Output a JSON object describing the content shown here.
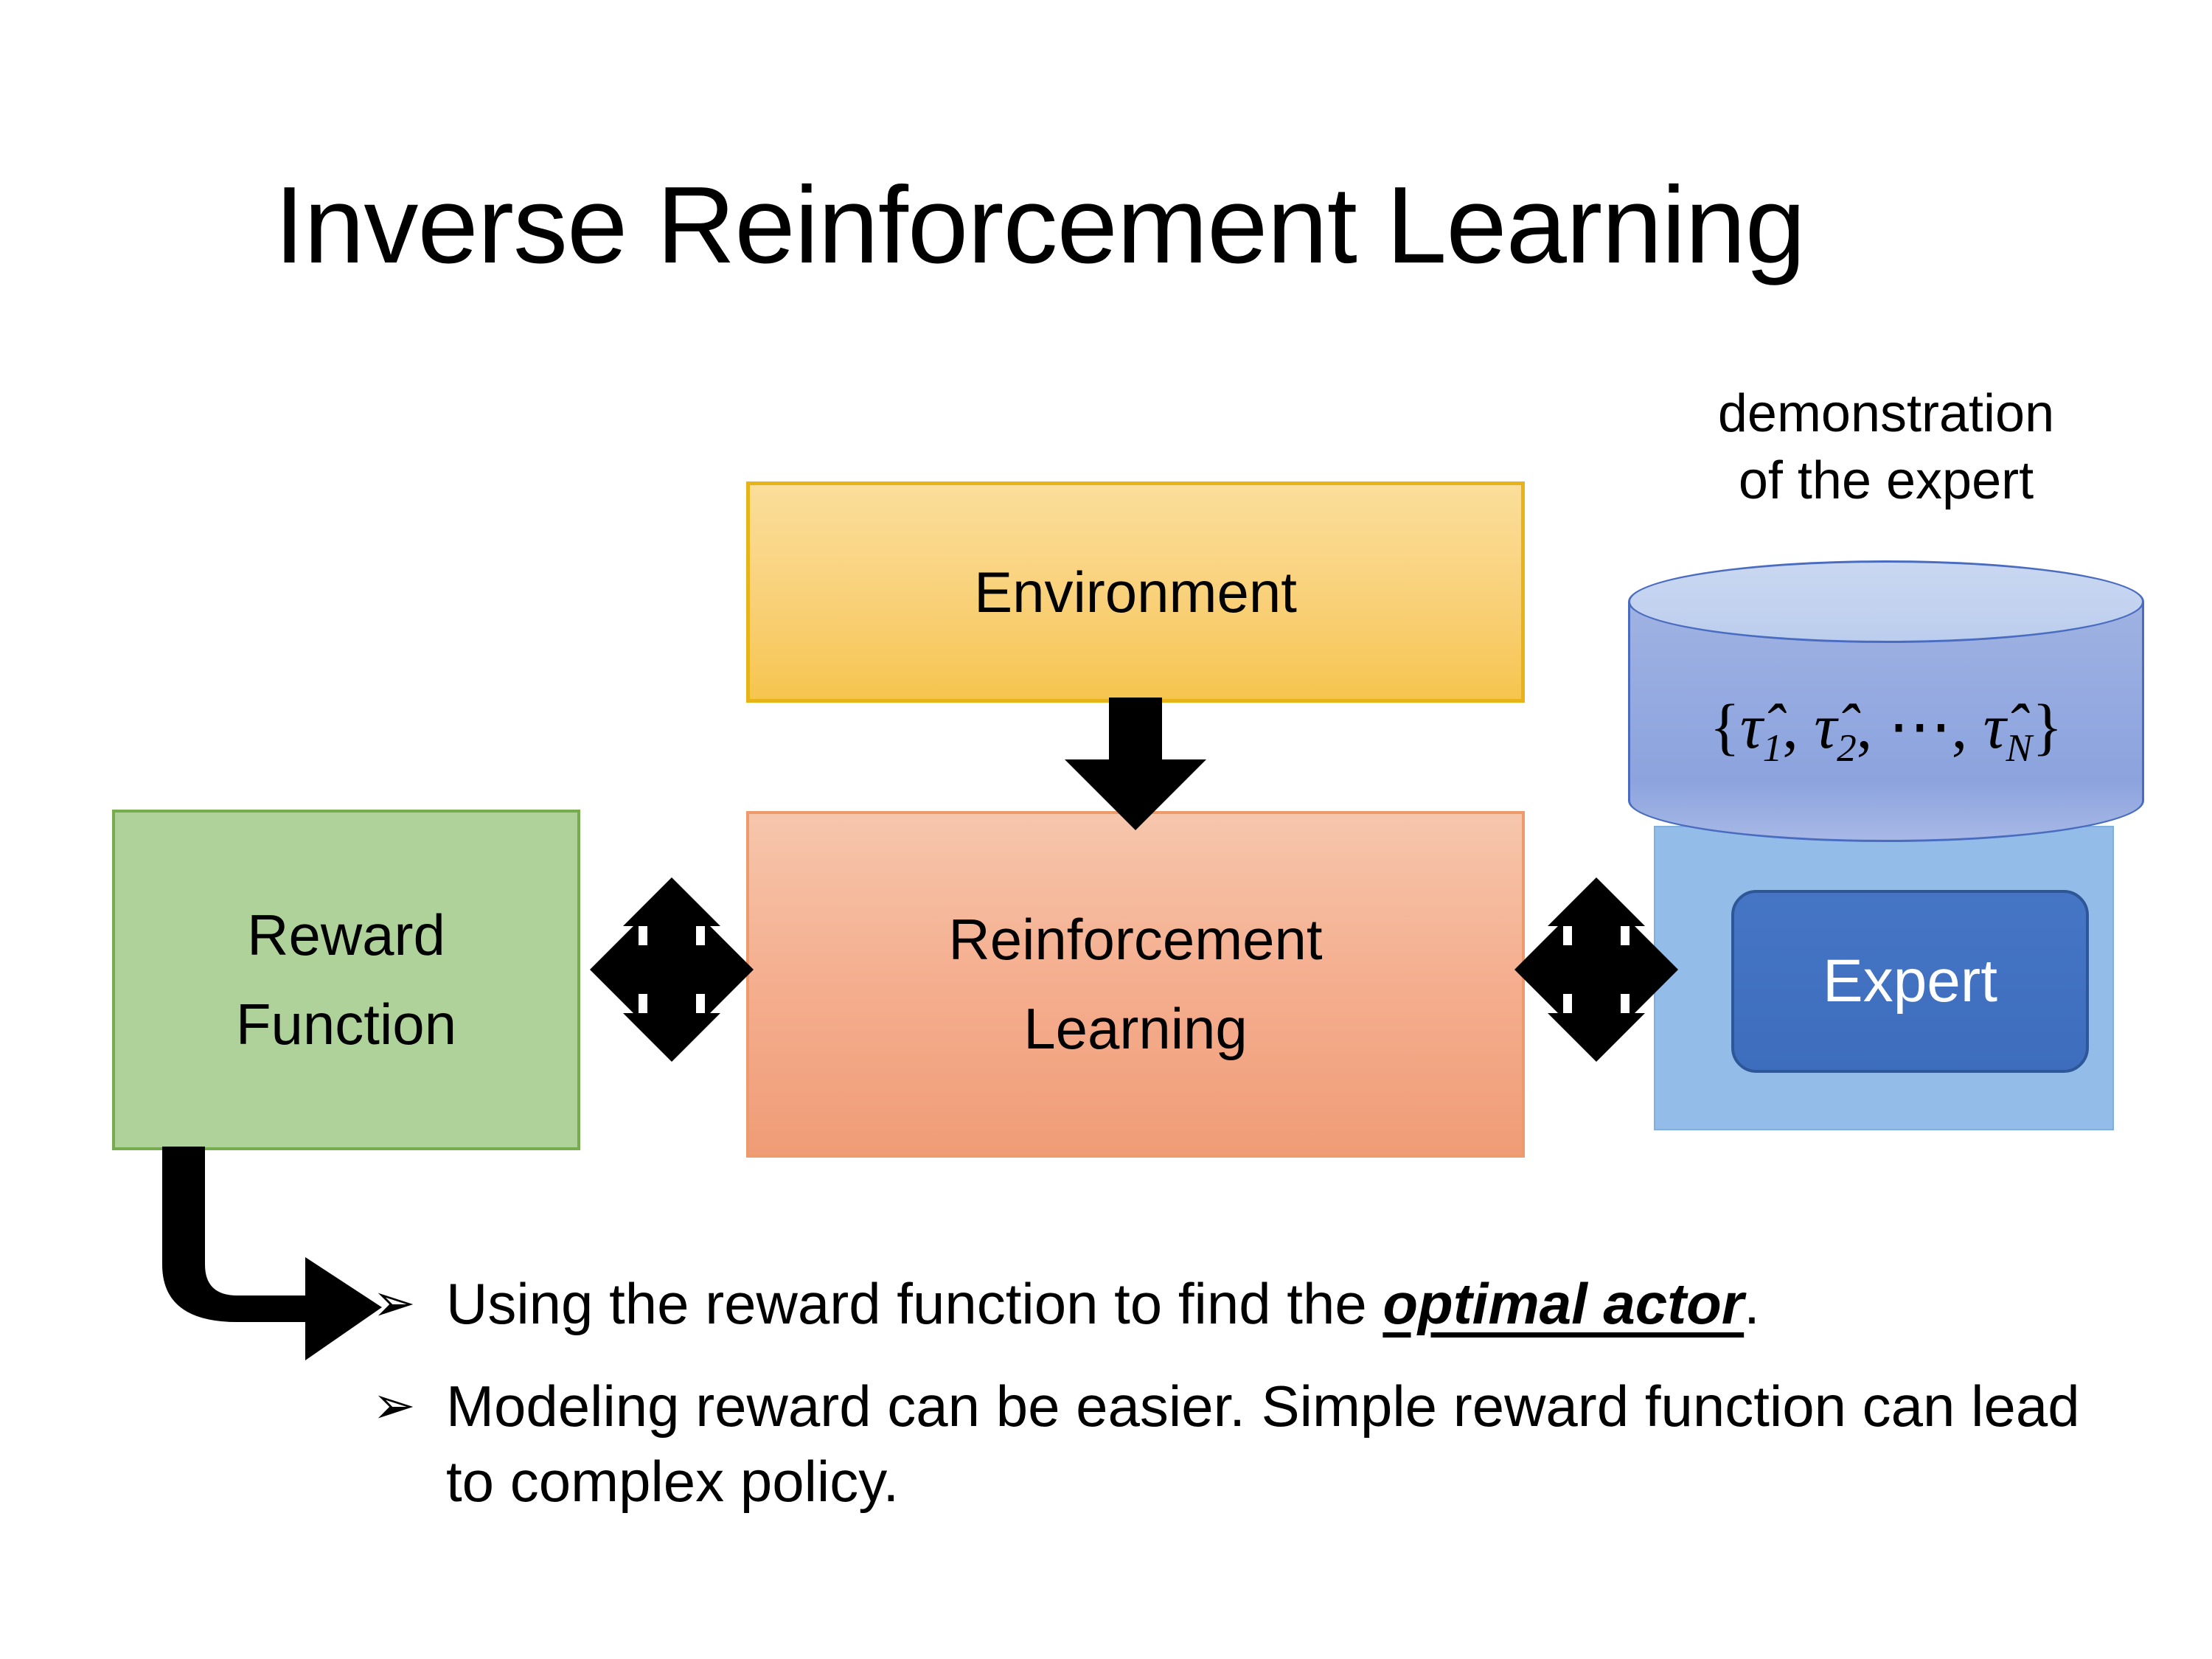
{
  "slide": {
    "title": "Inverse Reinforcement Learning",
    "background_color": "#FFFFFF"
  },
  "diagram": {
    "environment_box": {
      "label": "Environment",
      "fill_color": "#F9D078",
      "border_color": "#E6B419"
    },
    "reinforcement_learning_box": {
      "label_line1": "Reinforcement",
      "label_line2": "Learning",
      "fill_color": "#F5B091",
      "border_color": "#ED9B6C"
    },
    "reward_function_box": {
      "label_line1": "Reward",
      "label_line2": "Function",
      "fill_color": "#AFD29A",
      "border_color": "#76AC4E"
    },
    "expert_group": {
      "caption_line1": "demonstration",
      "caption_line2": "of the expert",
      "cylinder_label_open": "{",
      "cylinder_label_items": [
        "τ̂1",
        "τ̂2",
        "⋯",
        "τ̂N"
      ],
      "cylinder_label_full": "{τ̂₁, τ̂₂, ⋯, τ̂ₙ}",
      "cylinder_fill_color": "#95AAE0",
      "cylinder_top_color": "#C2D2EF",
      "cylinder_border_color": "#4A6CC0",
      "plate_fill_color": "#93BDE8",
      "expert_label": "Expert",
      "expert_fill_color": "#3E6DBE",
      "expert_border_color": "#2E5798",
      "expert_text_color": "#FFFFFF"
    },
    "connectors": {
      "env_to_rl": "down-arrow",
      "reward_to_rl": "four-way-arrow",
      "rl_to_expert": "four-way-arrow",
      "reward_to_bullets": "elbow-arrow",
      "color": "#000000"
    }
  },
  "bullets": [
    {
      "marker": "➢",
      "text_before": "Using the reward function to find the ",
      "emphasis": "optimal actor",
      "text_after": "."
    },
    {
      "marker": "➢",
      "text_before": "Modeling reward can be easier. Simple reward function can lead to complex policy.",
      "emphasis": "",
      "text_after": ""
    }
  ]
}
